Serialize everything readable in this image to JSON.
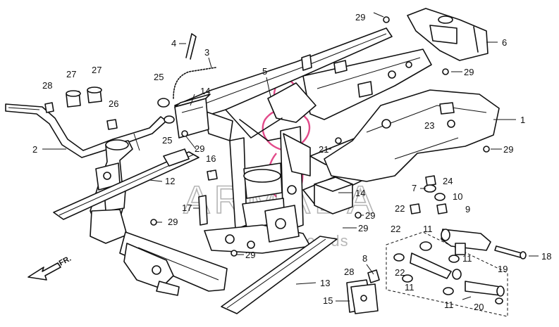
{
  "diagram": {
    "callouts": [
      {
        "id": "c1",
        "label": "1"
      },
      {
        "id": "c2",
        "label": "2"
      },
      {
        "id": "c3",
        "label": "3"
      },
      {
        "id": "c4",
        "label": "4"
      },
      {
        "id": "c5",
        "label": "5"
      },
      {
        "id": "c6",
        "label": "6"
      },
      {
        "id": "c7",
        "label": "7"
      },
      {
        "id": "c8",
        "label": "8"
      },
      {
        "id": "c9",
        "label": "9"
      },
      {
        "id": "c10",
        "label": "10"
      },
      {
        "id": "c11a",
        "label": "11"
      },
      {
        "id": "c11b",
        "label": "11"
      },
      {
        "id": "c11c",
        "label": "11"
      },
      {
        "id": "c11d",
        "label": "11"
      },
      {
        "id": "c12",
        "label": "12"
      },
      {
        "id": "c13",
        "label": "13"
      },
      {
        "id": "c14a",
        "label": "14"
      },
      {
        "id": "c14b",
        "label": "14"
      },
      {
        "id": "c15",
        "label": "15"
      },
      {
        "id": "c16",
        "label": "16"
      },
      {
        "id": "c17",
        "label": "17"
      },
      {
        "id": "c18",
        "label": "18"
      },
      {
        "id": "c19",
        "label": "19"
      },
      {
        "id": "c20",
        "label": "20"
      },
      {
        "id": "c21",
        "label": "21"
      },
      {
        "id": "c22a",
        "label": "22"
      },
      {
        "id": "c22b",
        "label": "22"
      },
      {
        "id": "c22c",
        "label": "22"
      },
      {
        "id": "c23",
        "label": "23"
      },
      {
        "id": "c24",
        "label": "24"
      },
      {
        "id": "c25a",
        "label": "25"
      },
      {
        "id": "c25b",
        "label": "25"
      },
      {
        "id": "c26",
        "label": "26"
      },
      {
        "id": "c27a",
        "label": "27"
      },
      {
        "id": "c27b",
        "label": "27"
      },
      {
        "id": "c28a",
        "label": "28"
      },
      {
        "id": "c28b",
        "label": "28"
      },
      {
        "id": "c29a",
        "label": "29"
      },
      {
        "id": "c29b",
        "label": "29"
      },
      {
        "id": "c29c",
        "label": "29"
      },
      {
        "id": "c29d",
        "label": "29"
      },
      {
        "id": "c29e",
        "label": "29"
      },
      {
        "id": "c29f",
        "label": "29"
      },
      {
        "id": "c29g",
        "label": "29"
      },
      {
        "id": "c29h",
        "label": "29"
      }
    ],
    "direction_label": "FR.",
    "watermark": {
      "brand": "ARMADA",
      "tagline": "manuals & boards",
      "accent_color": "#e24a8a",
      "text_color": "#7a7a7a"
    }
  }
}
